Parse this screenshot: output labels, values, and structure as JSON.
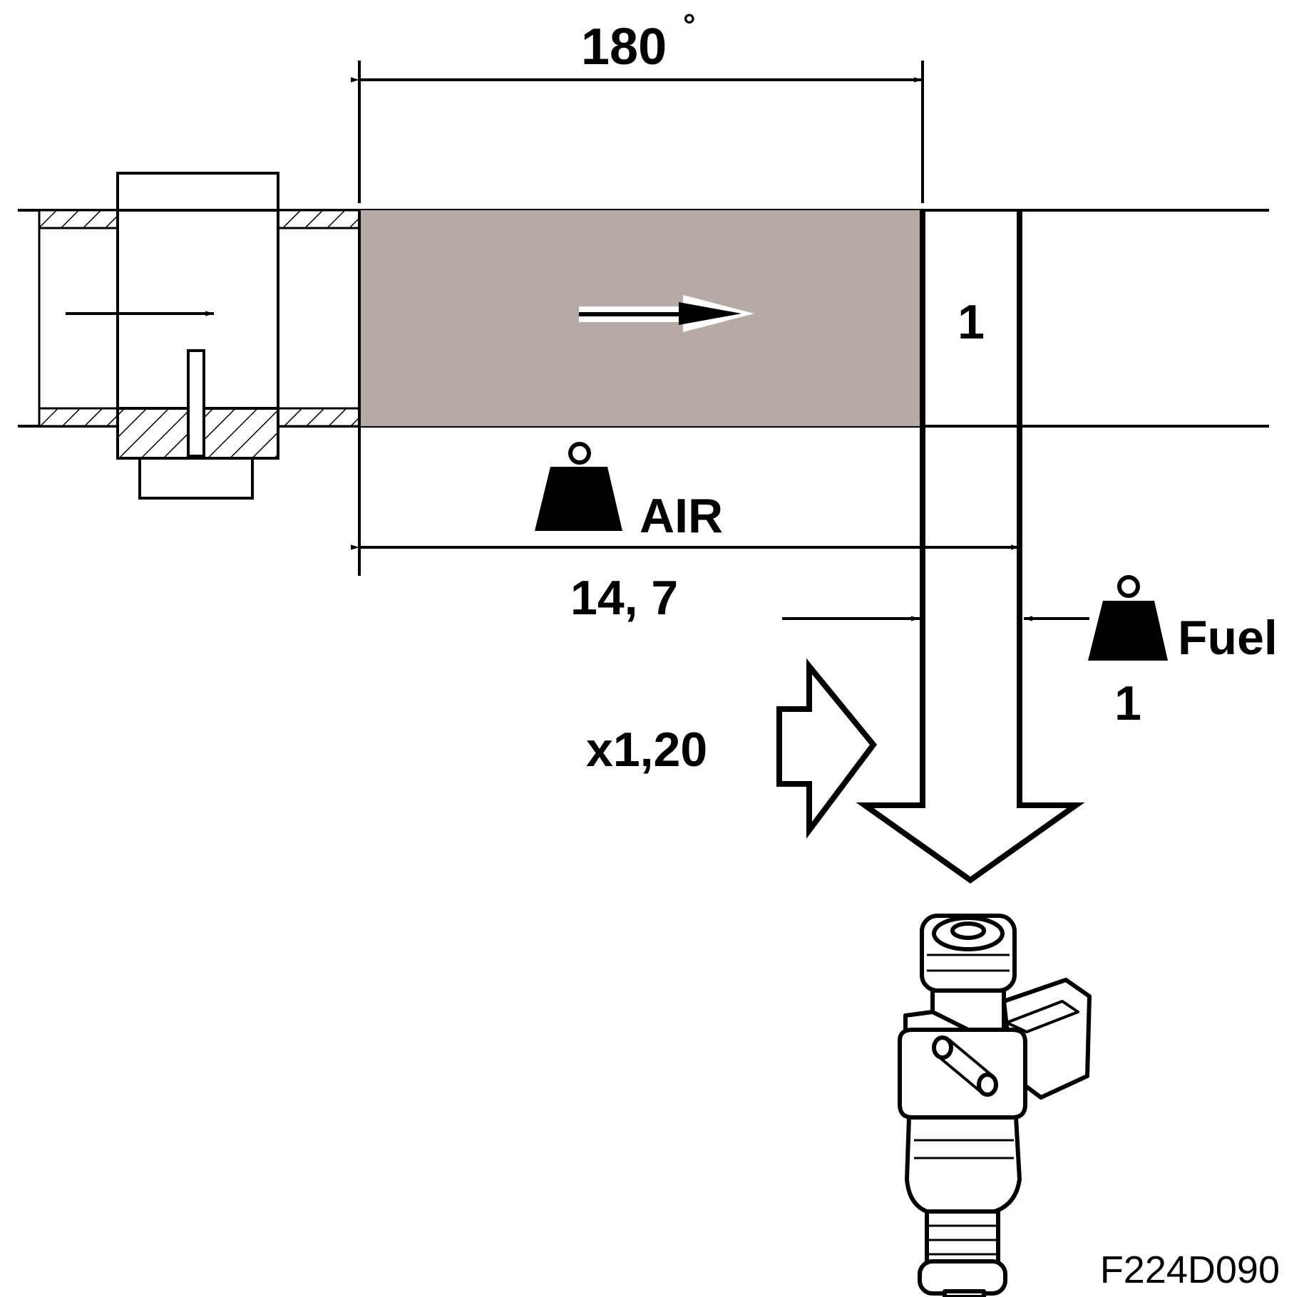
{
  "labels": {
    "angle": "180",
    "degree": "°",
    "cylinder_number": "1",
    "air": "AIR",
    "air_ratio": "14, 7",
    "fuel": "Fuel",
    "fuel_ratio": "1",
    "multiplier": "x1,20",
    "figure_code": "F224D090"
  },
  "colors": {
    "air_column": "#b5aaa6",
    "ink": "#000000",
    "background": "#ffffff"
  },
  "icons": [
    "weight-icon",
    "arrow-right-icon",
    "hollow-arrow-right-icon",
    "hollow-arrow-down-icon",
    "fuel-injector-icon"
  ]
}
